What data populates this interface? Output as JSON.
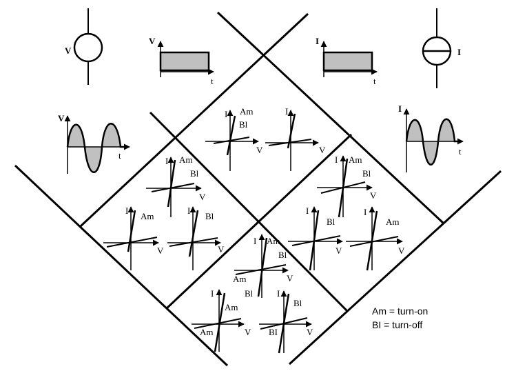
{
  "labels": {
    "V": "V",
    "I": "I",
    "t": "t",
    "I_lower": "I",
    "Am": "Am",
    "Bl": "Bl",
    "Bl_bottom": "BI"
  },
  "legend": {
    "line1": "Am = turn-on",
    "line2": "BI = turn-off"
  },
  "colors": {
    "line": "#000000",
    "fill_gray": "#c0c0c0",
    "background": "#ffffff"
  },
  "icons": [
    "voltage-source-icon",
    "current-source-icon",
    "square-pulse-icon",
    "sine-wave-icon"
  ]
}
